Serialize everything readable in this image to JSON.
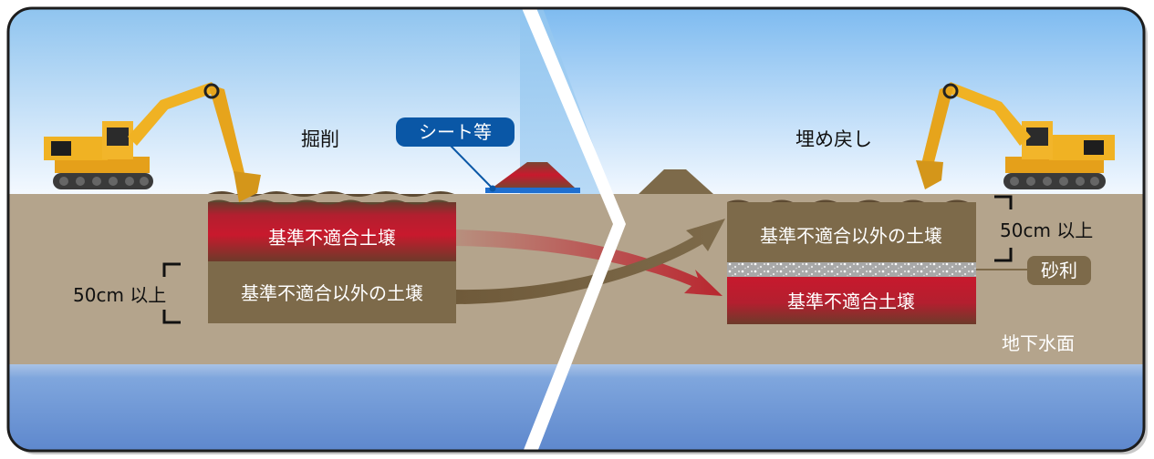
{
  "left_panel": {
    "action_label": "掘削",
    "sheet_callout": "シート等",
    "top_layer_label": "基準不適合土壌",
    "bottom_layer_label": "基準不適合以外の土壌",
    "depth_label": "50cm 以上"
  },
  "right_panel": {
    "action_label": "埋め戻し",
    "top_layer_label": "基準不適合以外の土壌",
    "bottom_layer_label": "基準不適合土壌",
    "gravel_label": "砂利",
    "depth_label": "50cm 以上",
    "groundwater_label": "地下水面"
  },
  "colors": {
    "sky": "#8fc4ef",
    "ground": "#b4a48c",
    "water": "#7ea5dc",
    "contaminated": "#b01e2e",
    "clean_soil": "#7d6a4a",
    "callout": "#0a57a6",
    "gravel_tag": "#7d6a4a"
  },
  "icons": [
    "excavator-icon",
    "excavator-icon"
  ]
}
